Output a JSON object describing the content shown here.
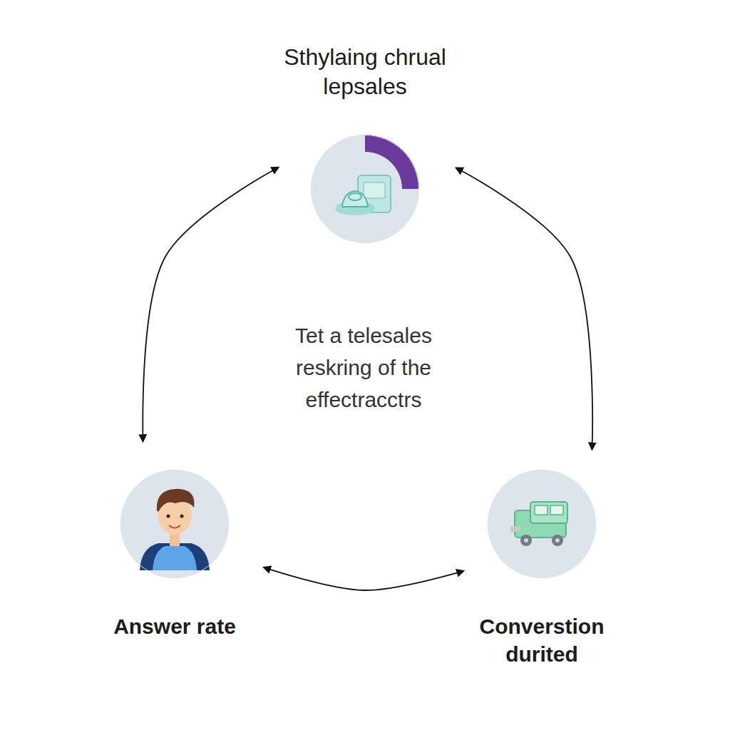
{
  "diagram": {
    "nodes": [
      {
        "text": [
          "Sthylaing chrual lepsales"
        ]
      },
      {
        "text": [
          "Answer rate"
        ]
      },
      {
        "text": [
          "Converstion durited"
        ]
      }
    ],
    "edges": [
      {
        "from": 0,
        "to": 1,
        "arrow": "both"
      },
      {
        "from": 0,
        "to": 2,
        "arrow": "both"
      },
      {
        "from": 1,
        "to": 2,
        "arrow": "both"
      }
    ],
    "labels": [
      "Tet a telesales reskring of the effectracctrs"
    ]
  }
}
